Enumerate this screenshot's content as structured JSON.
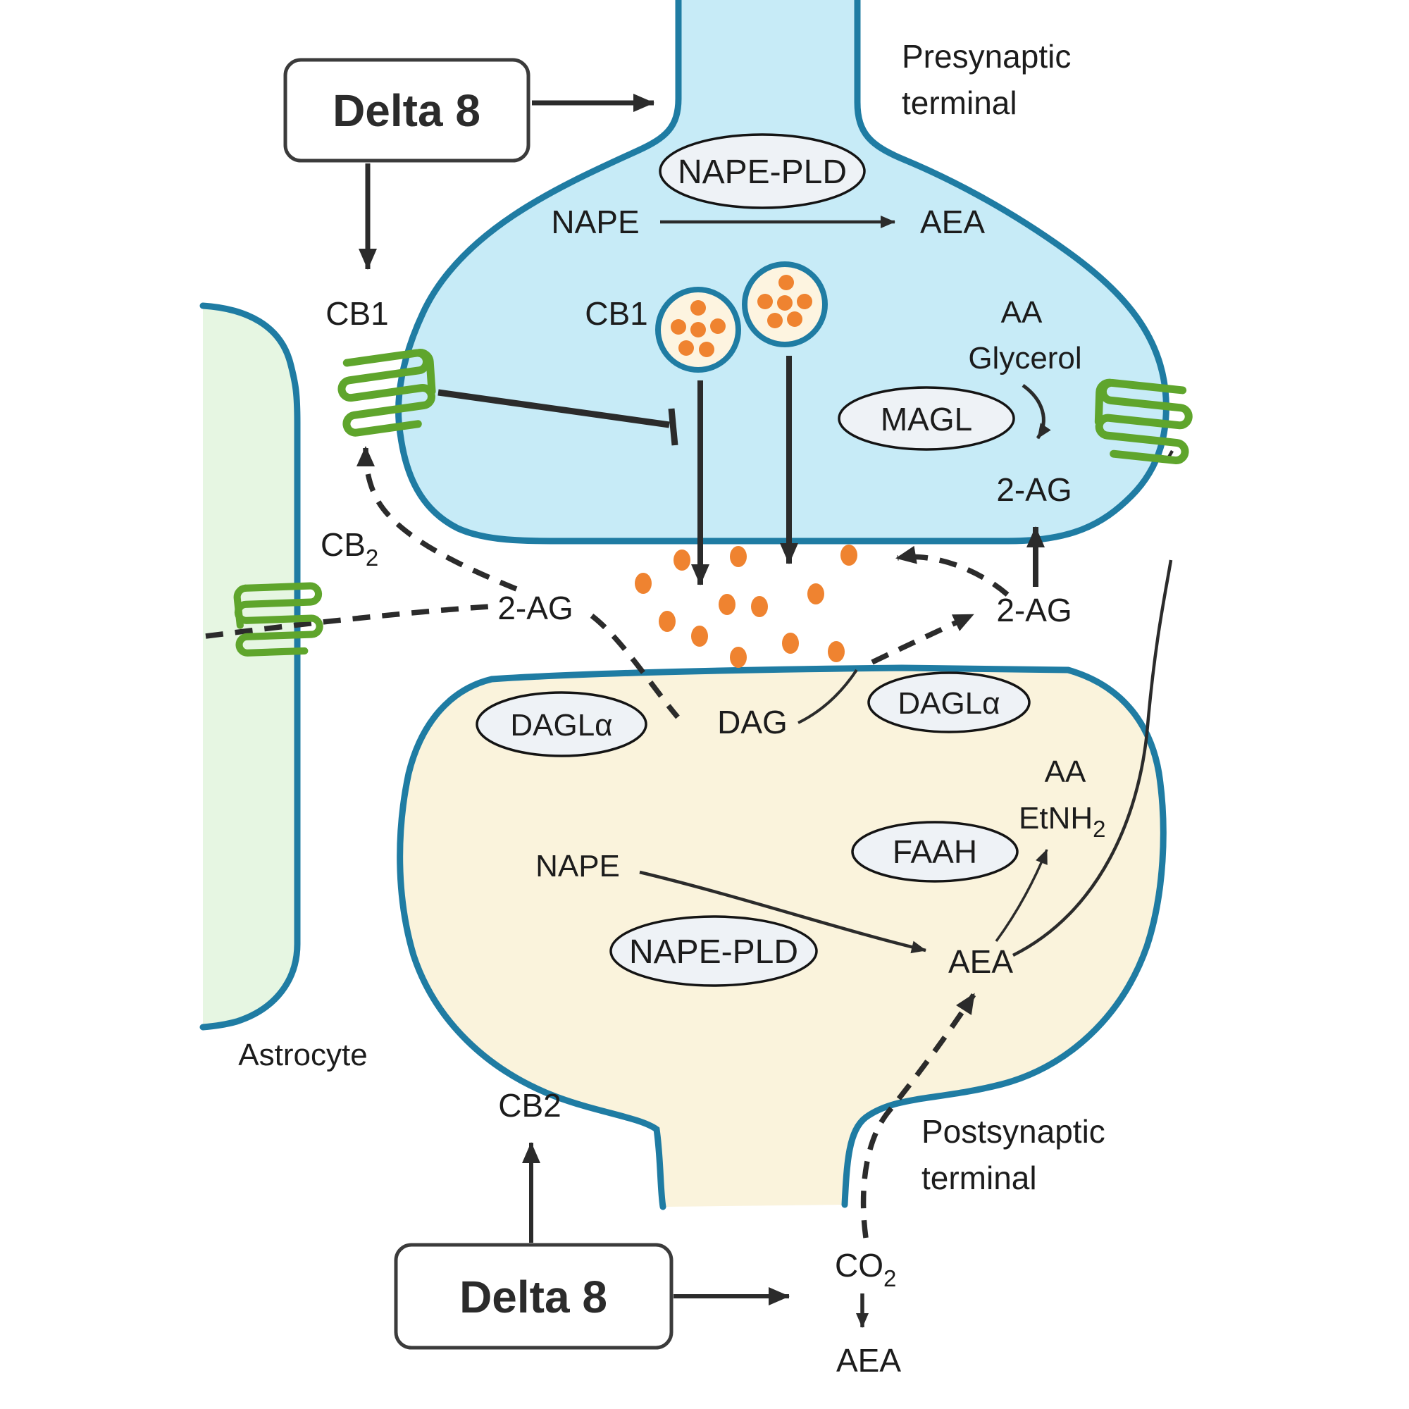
{
  "labels": {
    "presyn_line1": "Presynaptic",
    "presyn_line2": "terminal",
    "postsyn_line1": "Postsynaptic",
    "postsyn_line2": "terminal",
    "astrocyte": "Astrocyte",
    "delta8_top": "Delta 8",
    "delta8_bottom": "Delta 8",
    "nape_pld_pre": "NAPE-PLD",
    "nape_pre": "NAPE",
    "aea_pre": "AEA",
    "cb1_outer": "CB1",
    "cb1_inner": "CB1",
    "aa_pre": "AA",
    "glycerol": "Glycerol",
    "magl": "MAGL",
    "twoag_pre": "2-AG",
    "cb2_outer_main": "CB",
    "cb2_outer_sub": "2",
    "twoag_cleft_left": "2-AG",
    "twoag_cleft_right": "2-AG",
    "dag": "DAG",
    "dagl_left": "DAGLα",
    "dagl_right": "DAGLα",
    "faah": "FAAH",
    "aa_post": "AA",
    "etnh_main": "EtNH",
    "etnh_sub": "2",
    "nape_post": "NAPE",
    "nape_pld_post": "NAPE-PLD",
    "aea_post": "AEA",
    "cb2_bottom": "CB2",
    "co2_main": "CO",
    "co2_sub": "2",
    "aea_bottom": "AEA"
  },
  "colors": {
    "presynaptic_fill": "#c7ebf7",
    "postsynaptic_fill": "#faf3dc",
    "astrocyte_fill": "#e6f6e2",
    "membrane_stroke": "#1f7ca3",
    "receptor_green": "#5fa52c",
    "transmitter_orange": "#ef8330",
    "enzyme_oval_fill": "#eef2f6",
    "line_dark": "#2b2b2b"
  }
}
